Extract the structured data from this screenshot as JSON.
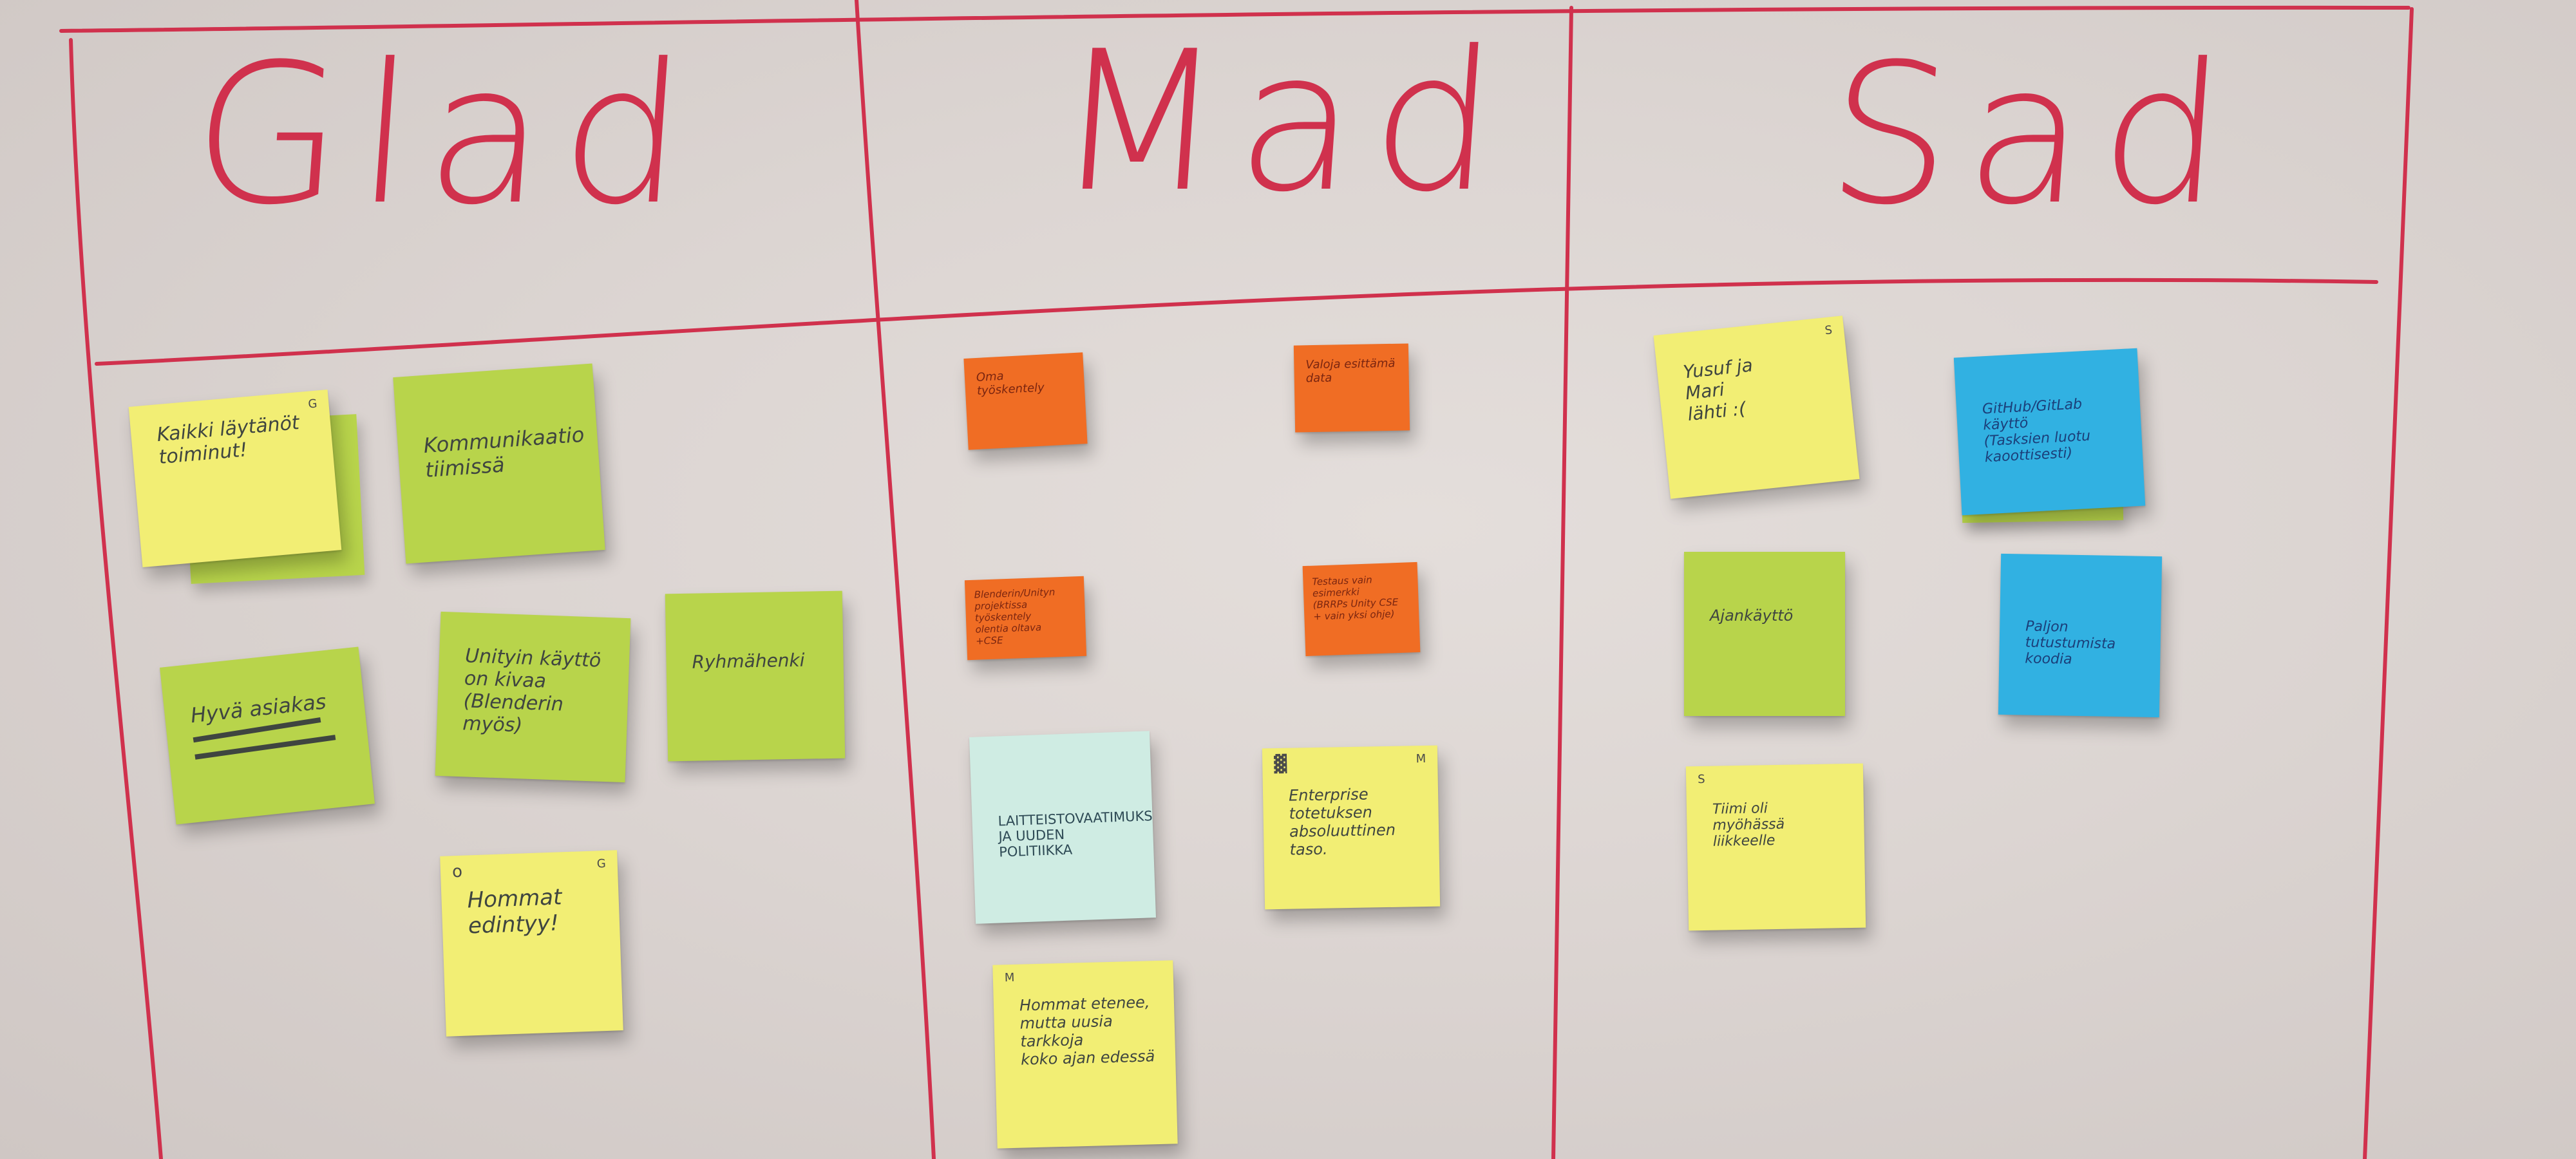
{
  "columns": [
    {
      "title": "Glad"
    },
    {
      "title": "Mad"
    },
    {
      "title": "Sad"
    }
  ],
  "notes": {
    "glad_1": {
      "text": "Kaikki läytänöt\ntoiminut!",
      "mark": "G"
    },
    "glad_2": {
      "text": "Kommunikaatio\ntiimissä",
      "mark": ""
    },
    "glad_3": {
      "text": "Hyvä asiakas\n",
      "mark": ""
    },
    "glad_4": {
      "text": "Unityin käyttö\non kivaa\n(Blenderin myös)",
      "mark": ""
    },
    "glad_5": {
      "text": "Ryhmähenki",
      "mark": ""
    },
    "glad_6": {
      "text": "Hommat\nedintyy!",
      "mark": "G"
    },
    "mad_1": {
      "text": "Oma\ntyöskentely",
      "mark": ""
    },
    "mad_2": {
      "text": "Valoja esittämä\ndata",
      "mark": ""
    },
    "mad_3": {
      "text": "Blenderin/Unityn\nprojektissa työskentely\nolentia oltava\n+CSE",
      "mark": ""
    },
    "mad_4": {
      "text": "Testaus vain\nesimerkki\n(BRRPs Unity CSE\n+ vain yksi ohje)",
      "mark": ""
    },
    "mad_5": {
      "text": "LAITTEISTOVAATIMUKSET\nJA UUDEN\nPOLITIIKKA",
      "mark": ""
    },
    "mad_6": {
      "text": "Enterprise\ntotetuksen\nabsoluuttinen\ntaso.",
      "mark": "M"
    },
    "mad_7": {
      "text": "Hommat etenee,\nmutta uusia tarkkoja\nkoko ajan edessä",
      "mark": "M"
    },
    "sad_1": {
      "text": "Yusuf ja\nMari\nlähti :(",
      "mark": "S"
    },
    "sad_2": {
      "text": "GitHub/GitLab\nkäyttö\n(Tasksien luotu\nkaoottisesti)",
      "mark": ""
    },
    "sad_3": {
      "text": "Ajankäyttö",
      "mark": ""
    },
    "sad_4": {
      "text": "Paljon tutustumista\nkoodia",
      "mark": ""
    },
    "sad_5": {
      "text": "Tiimi oli\nmyöhässä\nliikkeelle",
      "mark": "S"
    }
  },
  "colors": {
    "marker": "#d0314d",
    "yellow": "#f2ee74",
    "green": "#b8d44b",
    "orange": "#f06d24",
    "blue": "#31b1e2",
    "mint": "#cfece3"
  }
}
